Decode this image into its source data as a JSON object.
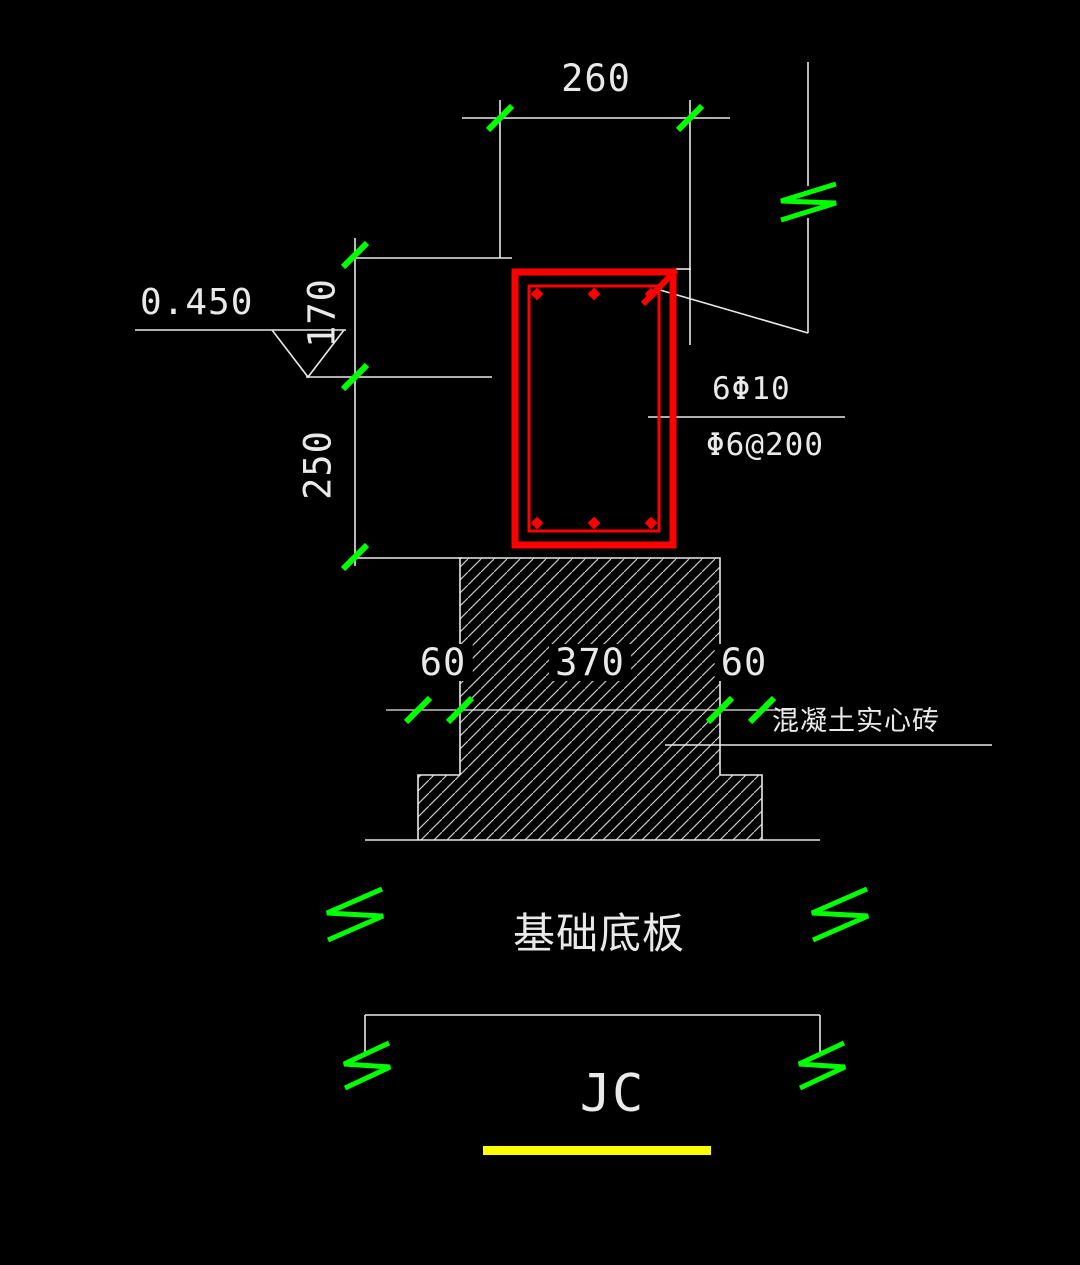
{
  "drawing": {
    "title": "JC",
    "dimensions": {
      "wall_width": "260",
      "elevation": "0.450",
      "upper_height": "170",
      "lower_height": "250",
      "step_left": "60",
      "pier_width": "370",
      "step_right": "60"
    },
    "annotations": {
      "main_rebar": "6Φ10",
      "stirrup": "Φ6@200",
      "brick_note": "混凝土实心砖",
      "slab_label": "基础底板"
    },
    "colors": {
      "background": "#000000",
      "line": "#e9e9e9",
      "hatch": "#c9c9c9",
      "tick_green": "#00ff00",
      "beam_red": "#ff0000",
      "underline_yellow": "#ffff00"
    }
  }
}
